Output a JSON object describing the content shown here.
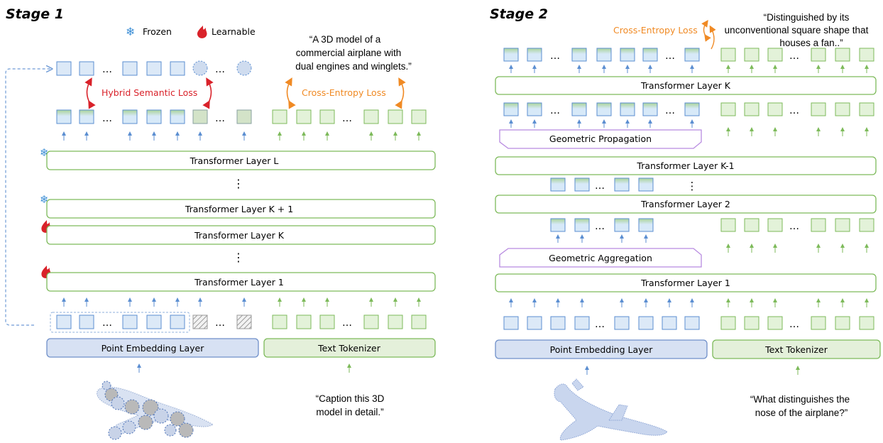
{
  "stage1": {
    "title": "Stage 1",
    "legend": {
      "frozen": "Frozen",
      "learnable": "Learnable"
    },
    "output_quote": [
      "“A 3D model of a",
      "commercial airplane with",
      "dual engines and winglets.”"
    ],
    "hybrid_loss": "Hybrid Semantic Loss",
    "ce_loss": "Cross-Entropy Loss",
    "layers": [
      "Transformer Layer L",
      "Transformer Layer K + 1",
      "Transformer Layer K",
      "Transformer Layer 1"
    ],
    "point_embedding": "Point Embedding Layer",
    "text_tokenizer": "Text Tokenizer",
    "input_quote": [
      "“Caption this 3D",
      "model in detail.”"
    ]
  },
  "stage2": {
    "title": "Stage 2",
    "ce_loss": "Cross-Entropy Loss",
    "output_quote": [
      "“Distinguished by its",
      "unconventional square shape that",
      "houses a fan..”"
    ],
    "layers": [
      "Transformer Layer K",
      "Transformer Layer K-1",
      "Transformer Layer 2",
      "Transformer Layer 1"
    ],
    "geo_propagation": "Geometric Propagation",
    "geo_aggregation": "Geometric Aggregation",
    "point_embedding": "Point Embedding Layer",
    "text_tokenizer": "Text Tokenizer",
    "input_quote": [
      "“What distinguishes the",
      "nose of the airplane?”"
    ]
  },
  "symbols": {
    "ellipsis": "…",
    "vdots": "⋮",
    "snowflake": "❄"
  },
  "colors": {
    "blue_token_fill": "#dce9f7",
    "blue_token_stroke": "#5b8ed1",
    "green_token_fill": "#e3f2d9",
    "green_token_stroke": "#7dba5a",
    "layer_stroke": "#7dba5a",
    "embed_fill": "#d7e1f3",
    "embed_stroke": "#6f8fc9",
    "tokenizer_fill": "#e4f0da",
    "geo_stroke": "#b88be0",
    "hybrid_red": "#d9222a",
    "ce_orange": "#f08a24"
  }
}
